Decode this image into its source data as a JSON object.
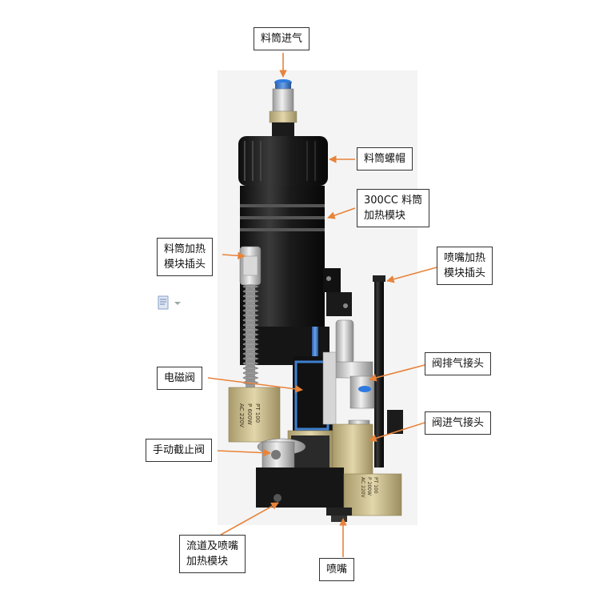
{
  "labels": {
    "inlet": "料筒进气",
    "cap": "料筒螺帽",
    "barrel_heat_1": "300CC 料筒",
    "barrel_heat_2": "加热模块",
    "barrel_plug_1": "料筒加热",
    "barrel_plug_2": "模块插头",
    "nozzle_plug_1": "喷嘴加热",
    "nozzle_plug_2": "模块插头",
    "solenoid": "电磁阀",
    "exhaust": "阀排气接头",
    "valve_inlet": "阀进气接头",
    "manual_valve": "手动截止阀",
    "channel_1": "流道及喷嘴",
    "channel_2": "加热模块",
    "nozzle": "喷嘴"
  },
  "heater_plate": [
    "AC 220V",
    "P 600W",
    "PT 100"
  ],
  "heater_plate_2": [
    "AC 220V",
    "P 200W",
    "PT 100"
  ],
  "colors": {
    "arrow": "#e8833a",
    "body": "#1c1c1c",
    "brass": "#c9b98a",
    "metal": "#c8c8c8",
    "blue": "#3f7fd0"
  }
}
